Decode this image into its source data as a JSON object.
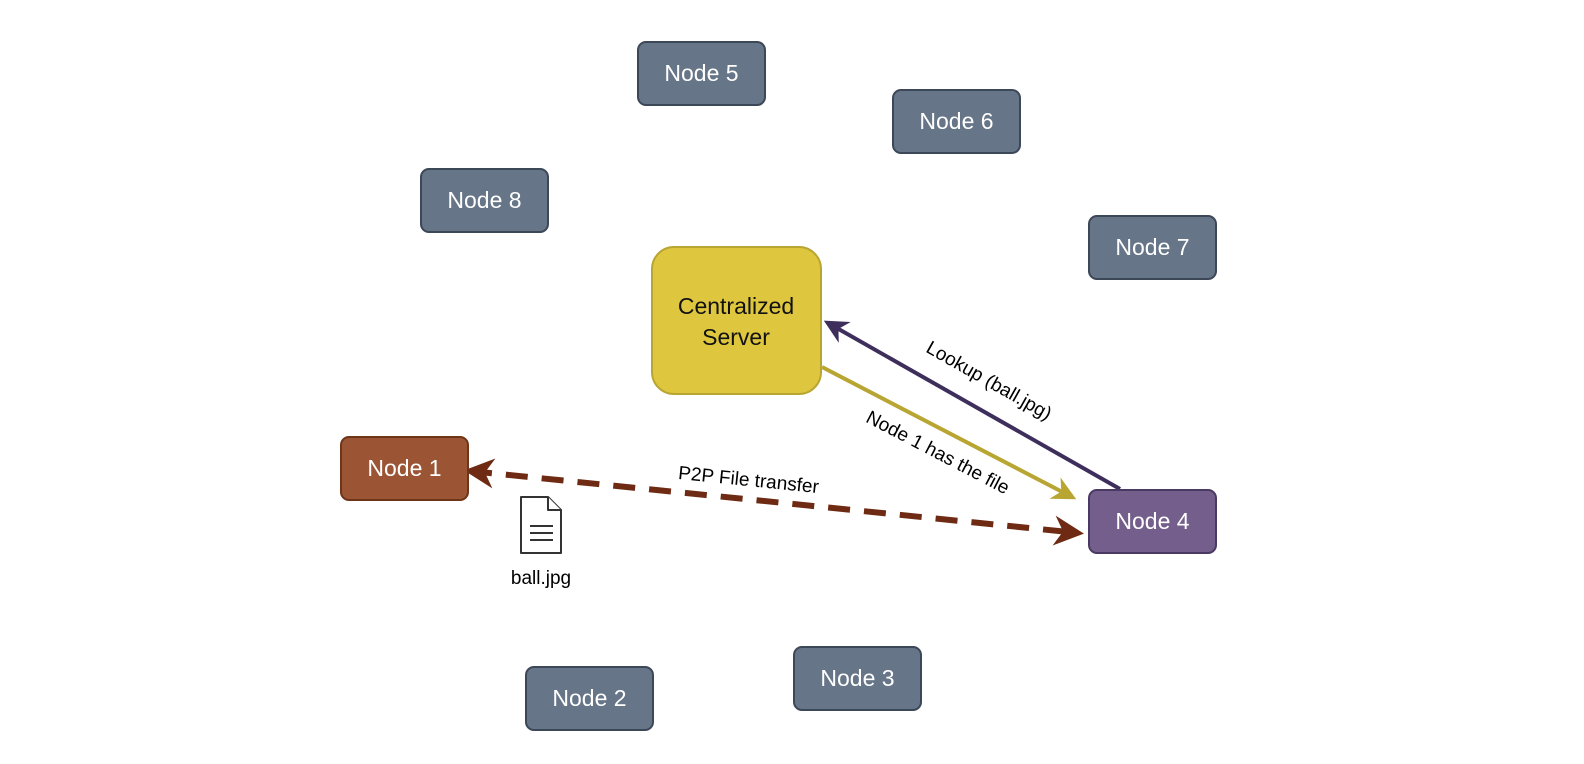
{
  "server": {
    "label_line1": "Centralized",
    "label_line2": "Server",
    "fill": "#DEC73E",
    "stroke": "#B8A532"
  },
  "nodes": [
    {
      "label": "Node 1",
      "fill": "#9B5535",
      "stroke": "#6E3518",
      "role": "source"
    },
    {
      "label": "Node 2",
      "fill": "#667587",
      "stroke": "#3C4757",
      "role": "peer"
    },
    {
      "label": "Node 3",
      "fill": "#667587",
      "stroke": "#3C4757",
      "role": "peer"
    },
    {
      "label": "Node 4",
      "fill": "#735E8C",
      "stroke": "#4A3A63",
      "role": "requester"
    },
    {
      "label": "Node 5",
      "fill": "#667587",
      "stroke": "#3C4757",
      "role": "peer"
    },
    {
      "label": "Node 6",
      "fill": "#667587",
      "stroke": "#3C4757",
      "role": "peer"
    },
    {
      "label": "Node 7",
      "fill": "#667587",
      "stroke": "#3C4757",
      "role": "peer"
    },
    {
      "label": "Node 8",
      "fill": "#667587",
      "stroke": "#3C4757",
      "role": "peer"
    }
  ],
  "edges": {
    "lookup": {
      "label": "Lookup (ball.jpg)",
      "from": "Node 4",
      "to": "Centralized Server",
      "color": "#3E2E5C",
      "style": "solid"
    },
    "reply": {
      "label": "Node 1 has the file",
      "from": "Centralized Server",
      "to": "Node 4",
      "color": "#B8A532",
      "style": "solid"
    },
    "transfer": {
      "label": "P2P File transfer",
      "from": "Node 1",
      "to": "Node 4",
      "color": "#6E2A12",
      "style": "dashed",
      "direction": "both"
    }
  },
  "file": {
    "label": "ball.jpg",
    "icon": "document-icon"
  }
}
